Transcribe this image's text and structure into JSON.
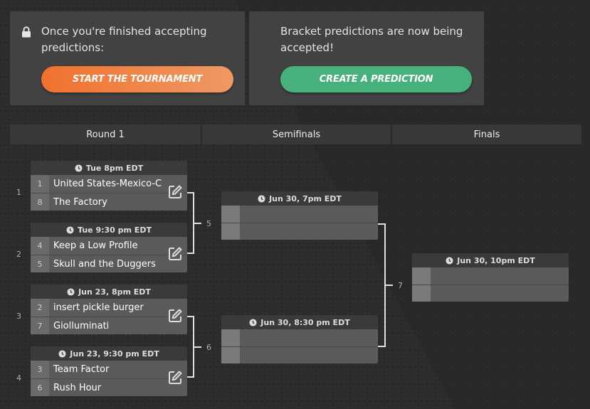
{
  "panels": {
    "left": {
      "text": "Once you're finished accepting predictions:",
      "button": "START THE TOURNAMENT"
    },
    "right": {
      "text": "Bracket predictions are now being accepted!",
      "button": "CREATE A PREDICTION"
    }
  },
  "rounds": [
    "Round 1",
    "Semifinals",
    "Finals"
  ],
  "round1": [
    {
      "number": "1",
      "time": "Tue 8pm EDT",
      "teams": [
        {
          "seed": "1",
          "name": "United States-Mexico-Ca"
        },
        {
          "seed": "8",
          "name": "The Factory"
        }
      ]
    },
    {
      "number": "2",
      "time": "Tue 9:30 pm EDT",
      "teams": [
        {
          "seed": "4",
          "name": "Keep a Low Profile"
        },
        {
          "seed": "5",
          "name": "Skull and the Duggers"
        }
      ]
    },
    {
      "number": "3",
      "time": "Jun 23, 8pm EDT",
      "teams": [
        {
          "seed": "2",
          "name": "insert pickle burger"
        },
        {
          "seed": "7",
          "name": "Giolluminati"
        }
      ]
    },
    {
      "number": "4",
      "time": "Jun 23, 9:30 pm EDT",
      "teams": [
        {
          "seed": "3",
          "name": "Team Factor"
        },
        {
          "seed": "6",
          "name": "Rush Hour"
        }
      ]
    }
  ],
  "semifinals": [
    {
      "number": "5",
      "time": "Jun 30, 7pm EDT"
    },
    {
      "number": "6",
      "time": "Jun 30, 8:30 pm EDT"
    }
  ],
  "finals": [
    {
      "number": "7",
      "time": "Jun 30, 10pm EDT"
    }
  ],
  "colors": {
    "orange": "#f0712d",
    "green": "#47b17c"
  },
  "icons": {
    "lock": "lock-icon",
    "clock": "clock-icon",
    "edit": "edit-icon"
  }
}
